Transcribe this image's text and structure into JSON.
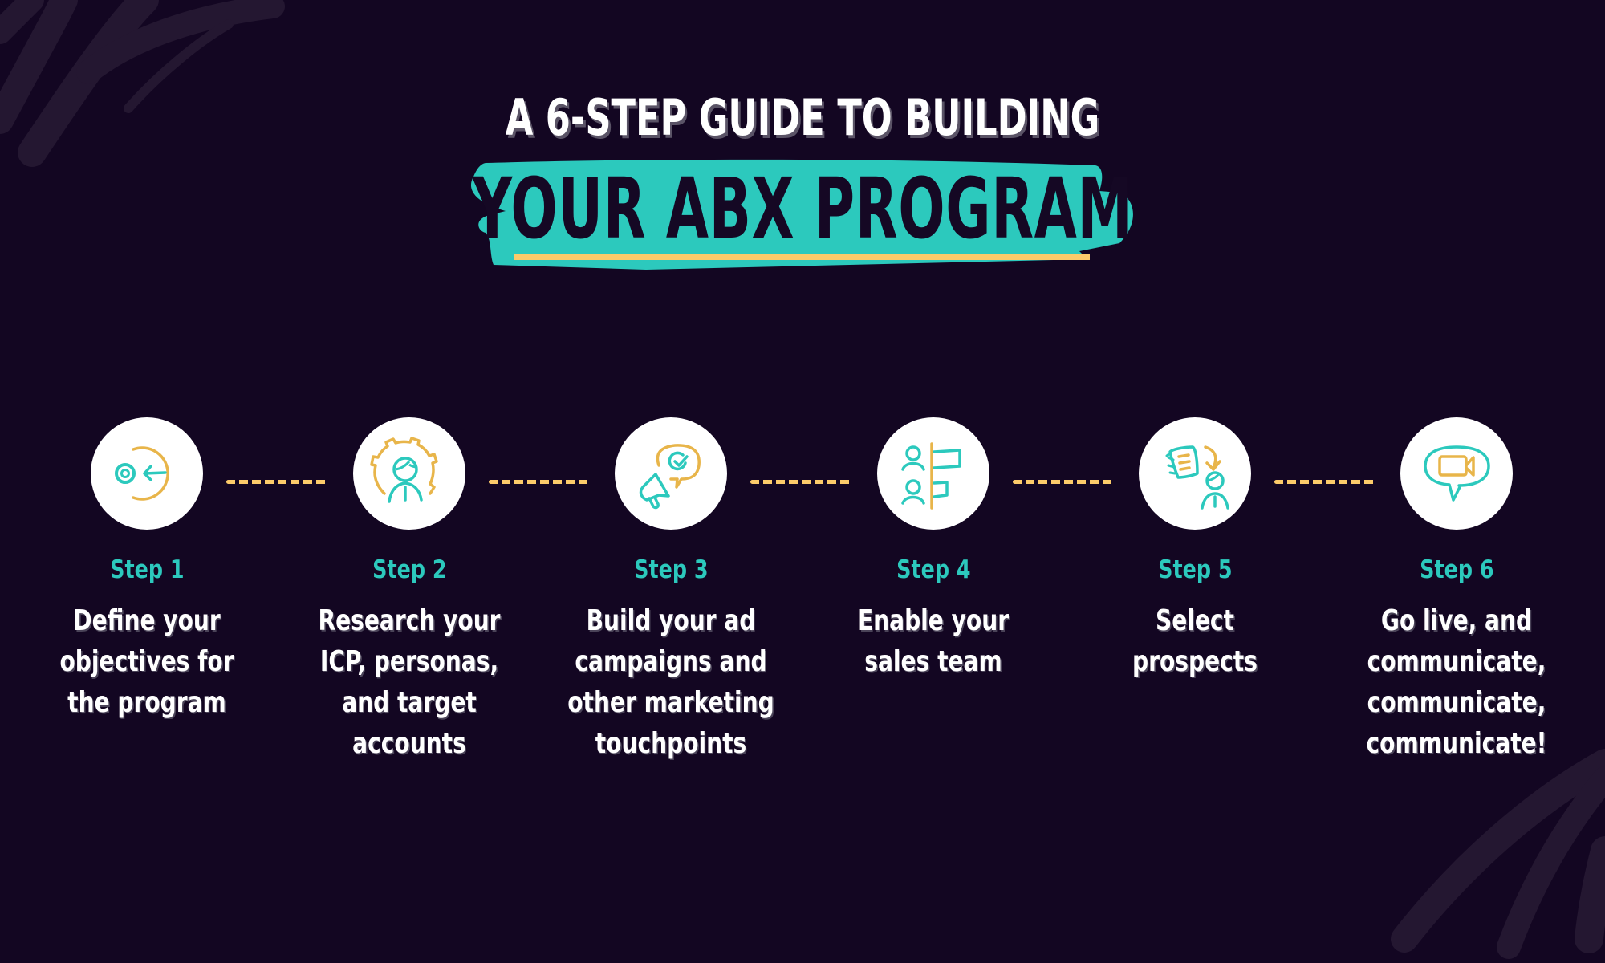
{
  "header": {
    "subtitle": "A 6-STEP GUIDE TO BUILDING",
    "title": "YOUR ABX PROGRAM"
  },
  "colors": {
    "background": "#130622",
    "accent_teal": "#2CC9BD",
    "accent_yellow": "#FCCB6A",
    "icon_yellow": "#E8B54A",
    "text_white": "#FFFFFF",
    "brush_stroke": "#241731"
  },
  "steps": [
    {
      "label": "Step 1",
      "icon": "target-arrow-icon",
      "lines": [
        "Define your",
        "objectives for",
        "the program"
      ]
    },
    {
      "label": "Step 2",
      "icon": "gear-person-icon",
      "lines": [
        "Research your",
        "ICP, personas,",
        "and target",
        "accounts"
      ]
    },
    {
      "label": "Step 3",
      "icon": "megaphone-speech-check-icon",
      "lines": [
        "Build your ad",
        "campaigns and",
        "other marketing",
        "touchpoints"
      ]
    },
    {
      "label": "Step 4",
      "icon": "people-flags-icon",
      "lines": [
        "Enable your",
        "sales team"
      ]
    },
    {
      "label": "Step 5",
      "icon": "list-arrow-person-icon",
      "lines": [
        "Select",
        "prospects"
      ]
    },
    {
      "label": "Step 6",
      "icon": "video-chat-bubble-icon",
      "lines": [
        "Go live, and",
        "communicate,",
        "communicate,",
        "communicate!"
      ]
    }
  ]
}
